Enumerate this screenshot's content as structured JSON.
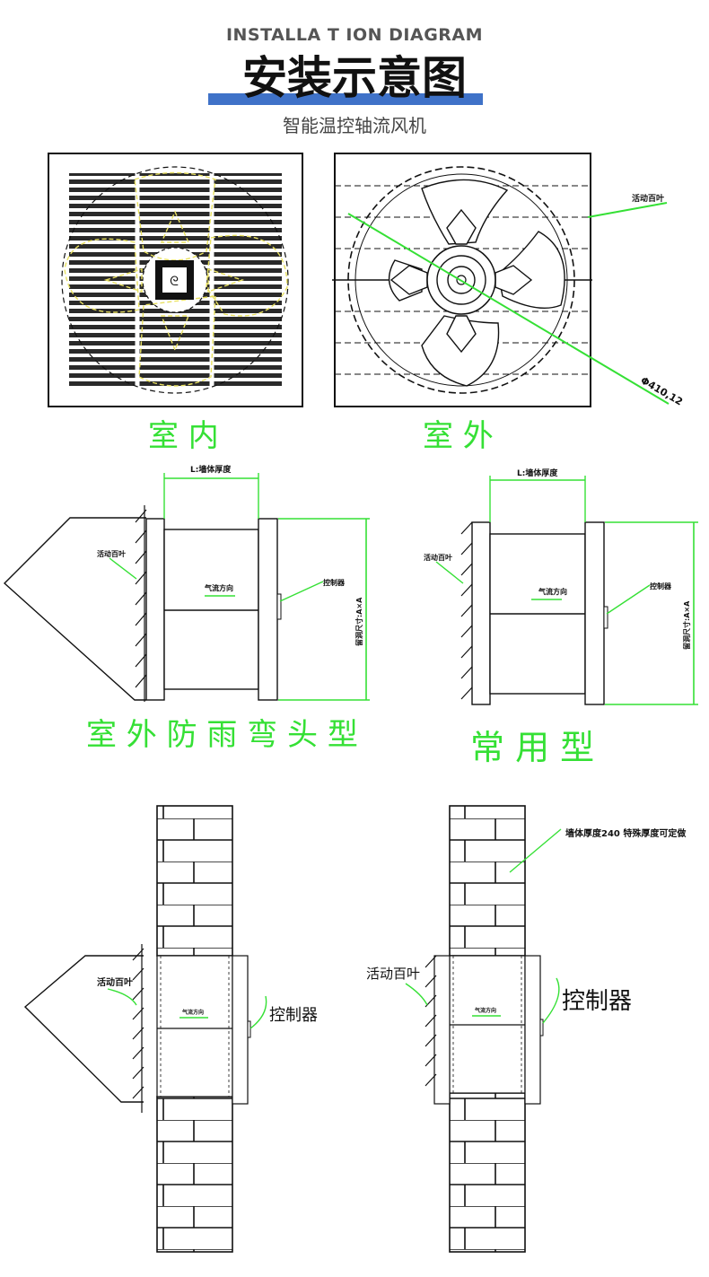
{
  "header": {
    "title_en": "INSTALLA T ION DIAGRAM",
    "title_cn": "安装示意图",
    "subtitle": "智能温控轴流风机"
  },
  "panels": {
    "indoor_label": "室  内",
    "outdoor_label": "室  外",
    "outdoor_louver_label": "活动百叶",
    "diameter_label": "Φ410,12"
  },
  "side_views": {
    "wall_thickness_label": "L:墙体厚度",
    "louver_label": "活动百叶",
    "airflow_label": "气流方向",
    "controller_label": "控制器",
    "opening_size_label": "留洞尺寸:A×A",
    "rain_hood_type": "室 外 防 雨 弯 头 型",
    "standard_type": "常  用  型"
  },
  "wall_views": {
    "wall_note": "墙体厚度240 特殊厚度可定做",
    "louver_label": "活动百叶",
    "airflow_label": "气流方向",
    "controller_label": "控制器"
  },
  "colors": {
    "green_label": "#35e035",
    "yellow_outline": "#e8e060",
    "accent_bar": "#3f72c8"
  }
}
